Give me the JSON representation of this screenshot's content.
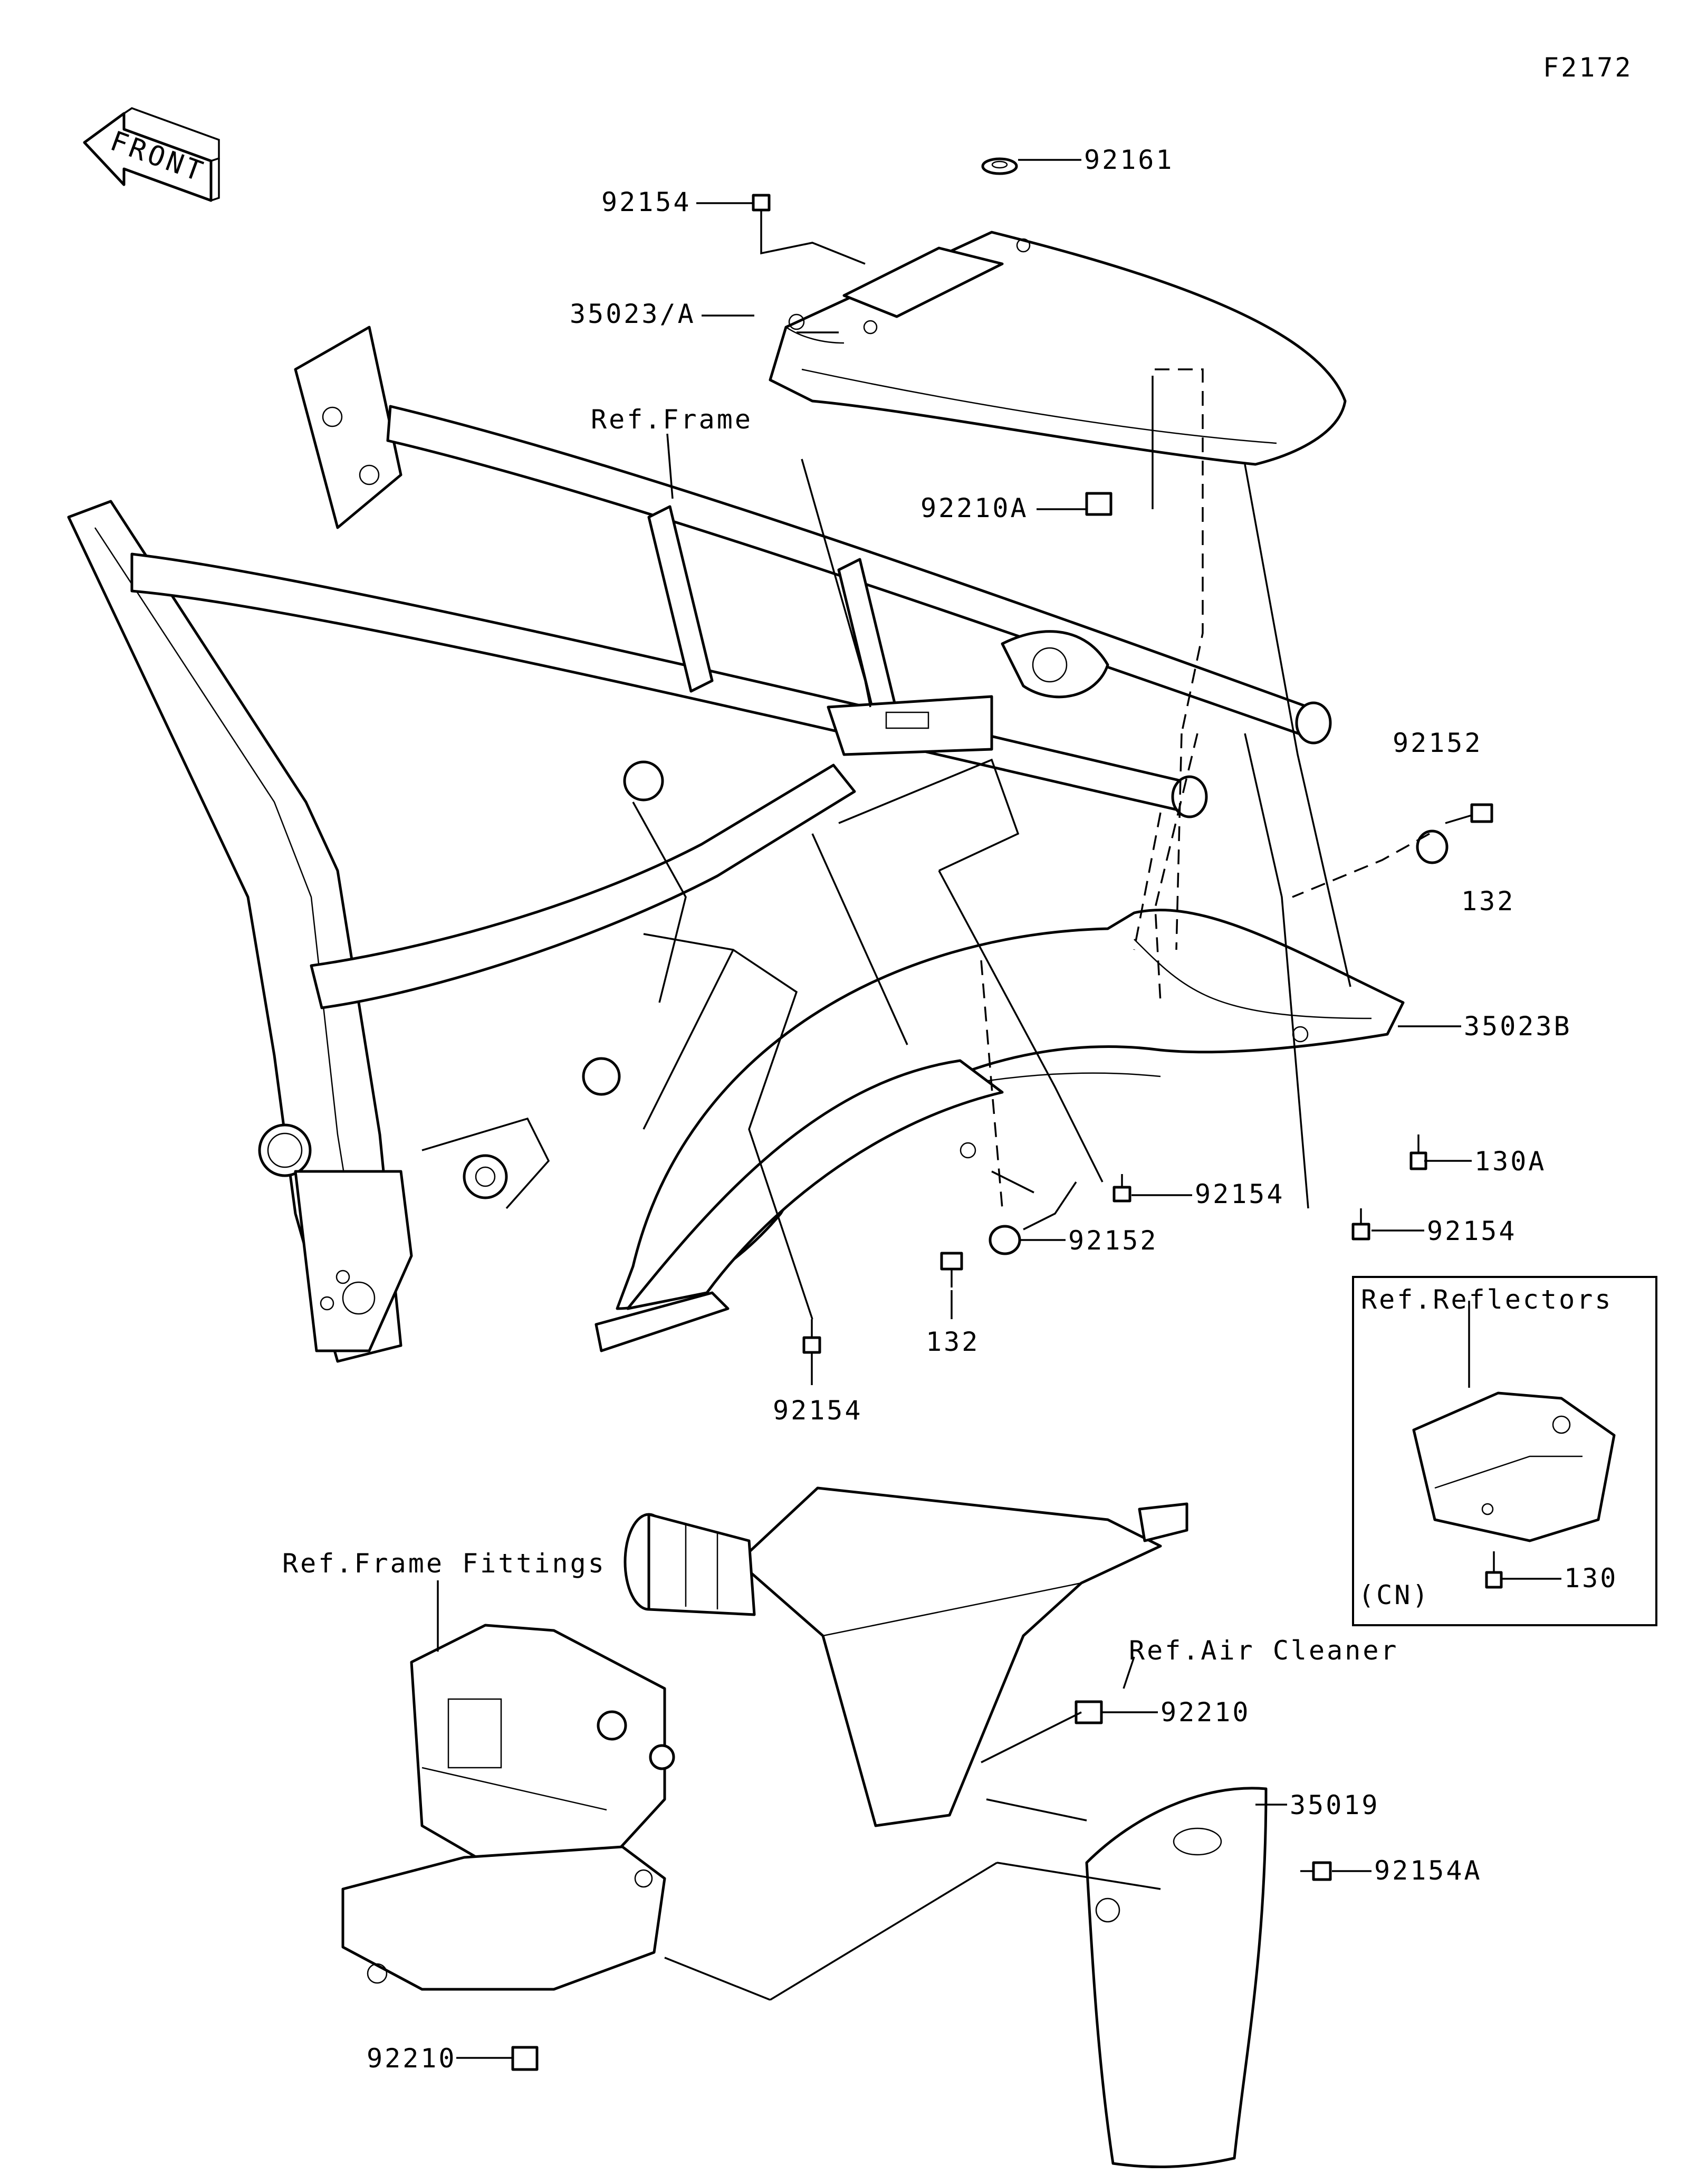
{
  "diagram_code": "F2172",
  "front_arrow": {
    "label": "FRONT",
    "icon": "front-direction-arrow-icon"
  },
  "callouts": {
    "p92161": "92161",
    "p92154_top": "92154",
    "p35023A": "35023/A",
    "ref_frame": "Ref.Frame",
    "p92210A": "92210A",
    "p92152_right": "92152",
    "p132_right": "132",
    "p35023B": "35023B",
    "p130A": "130A",
    "p92154_mid": "92154",
    "p92154_right": "92154",
    "p92152_mid": "92152",
    "p132_mid": "132",
    "p92154_bottom": "92154",
    "ref_reflectors": "Ref.Reflectors",
    "cn_note": "(CN)",
    "p130": "130",
    "ref_frame_fittings": "Ref.Frame Fittings",
    "ref_air_cleaner": "Ref.Air Cleaner",
    "p92210_mid": "92210",
    "p35019": "35019",
    "p92154A": "92154A",
    "p92210_bottom": "92210"
  }
}
